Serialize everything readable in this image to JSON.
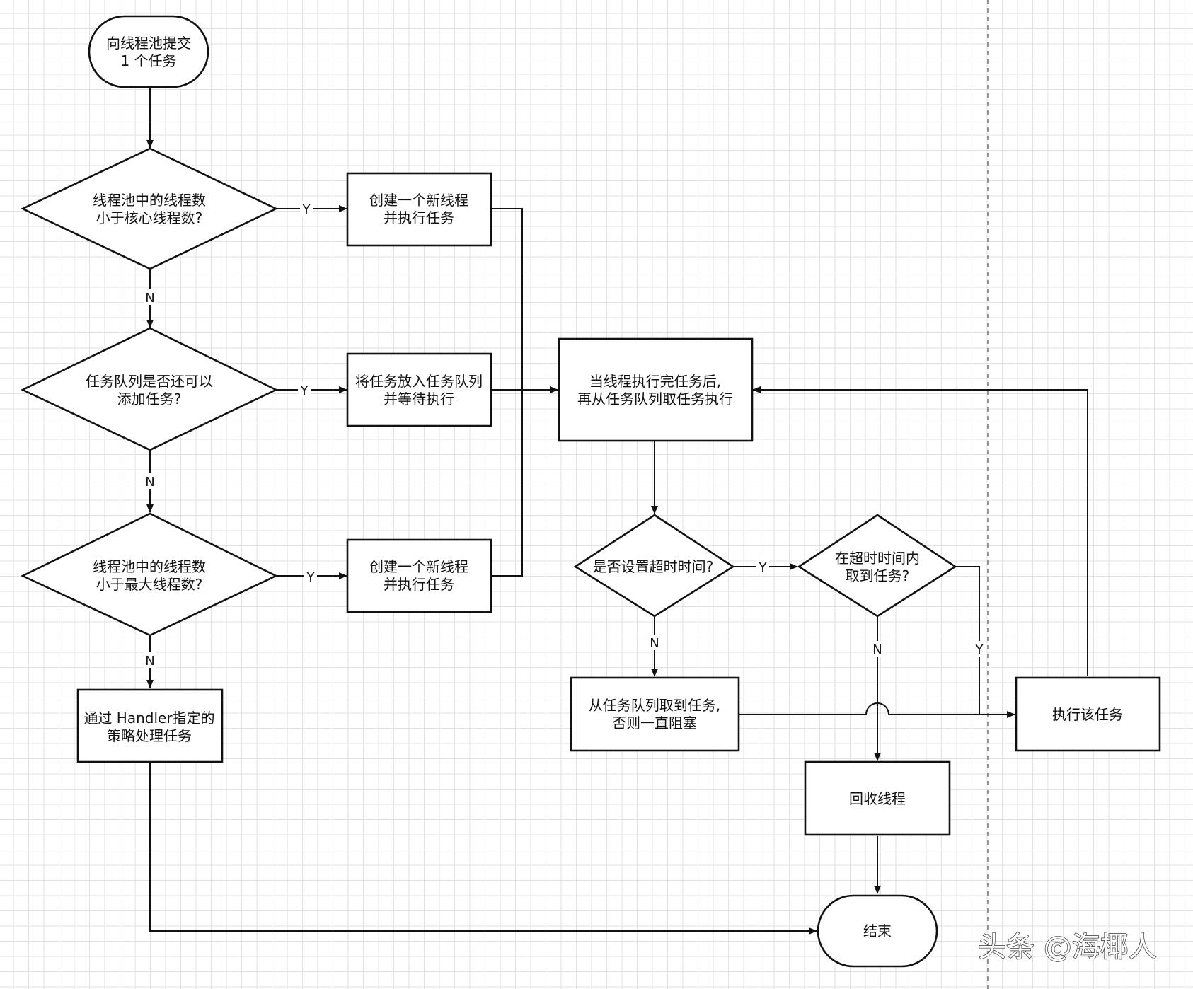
{
  "diagram": {
    "nodes": {
      "start": {
        "lines": [
          "向线程池提交",
          "1 个任务"
        ]
      },
      "d_core": {
        "lines": [
          "线程池中的线程数",
          "小于核心线程数?"
        ]
      },
      "p_create_core": {
        "lines": [
          "创建一个新线程",
          "并执行任务"
        ]
      },
      "d_queue": {
        "lines": [
          "任务队列是否还可以",
          "添加任务?"
        ]
      },
      "p_enqueue": {
        "lines": [
          "将任务放入任务队列",
          "并等待执行"
        ]
      },
      "d_max": {
        "lines": [
          "线程池中的线程数",
          "小于最大线程数?"
        ]
      },
      "p_create_max": {
        "lines": [
          "创建一个新线程",
          "并执行任务"
        ]
      },
      "p_handler": {
        "lines": [
          "通过 Handler指定的",
          "策略处理任务"
        ]
      },
      "p_take": {
        "lines": [
          "当线程执行完任务后,",
          "再从任务队列取任务执行"
        ]
      },
      "d_timeout": {
        "lines": [
          "是否设置超时时间?"
        ]
      },
      "d_got": {
        "lines": [
          "在超时时间内",
          "取到任务?"
        ]
      },
      "p_block": {
        "lines": [
          "从任务队列取到任务,",
          "否则一直阻塞"
        ]
      },
      "p_exec": {
        "lines": [
          "执行该任务"
        ]
      },
      "p_recycle": {
        "lines": [
          "回收线程"
        ]
      },
      "end": {
        "lines": [
          "结束"
        ]
      }
    },
    "edge_labels": {
      "core_yes": "Y",
      "core_no": "N",
      "queue_yes": "Y",
      "queue_no": "N",
      "max_yes": "Y",
      "max_no": "N",
      "timeout_yes": "Y",
      "timeout_no": "N",
      "got_no": "N",
      "got_yes": "Y"
    },
    "watermark": "头条 @海椰人",
    "colors": {
      "stroke": "#111111",
      "grid": "#e2e2e2",
      "background": "#ffffff"
    }
  }
}
